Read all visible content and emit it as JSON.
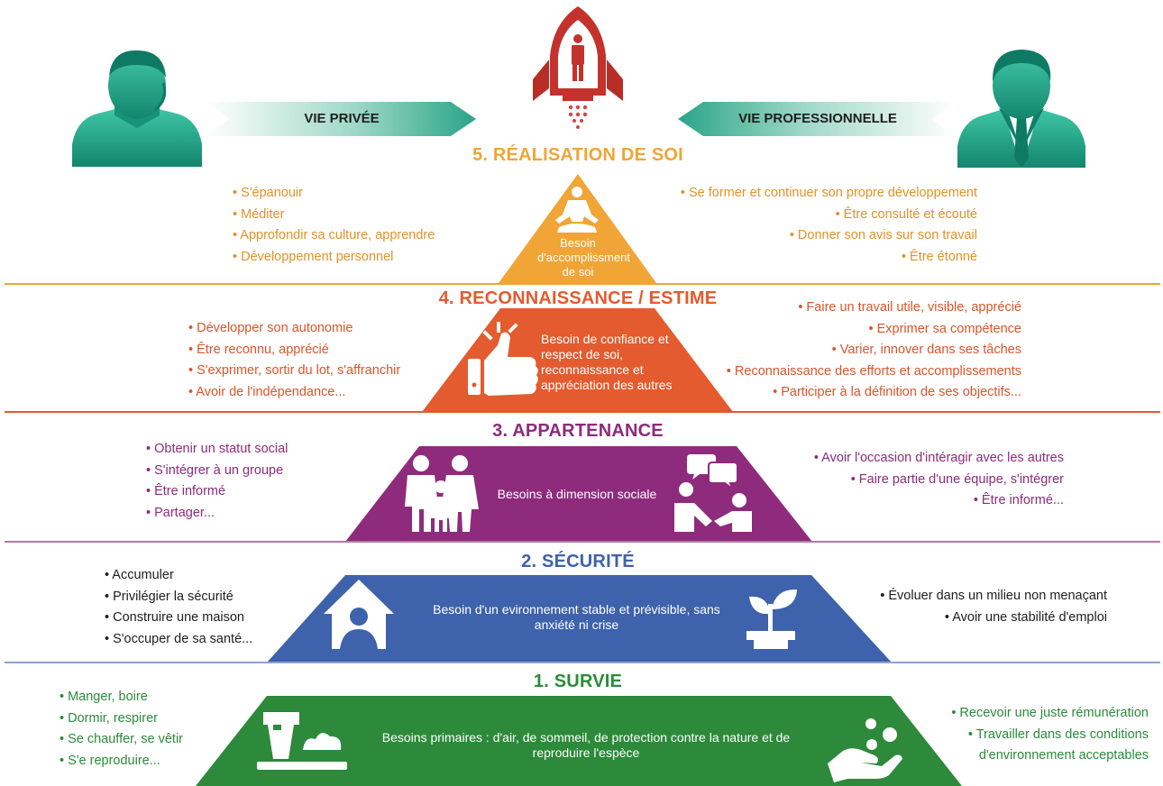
{
  "colors": {
    "level5": "#f0a536",
    "level4": "#e35b2e",
    "level3": "#8e2b7d",
    "level2": "#3e62ab",
    "level1": "#2c8a3a",
    "teal": "#1ba98b",
    "rocket": "#c3322c"
  },
  "header": {
    "left_arrow": "VIE PRIVÉE",
    "right_arrow": "VIE PROFESSIONNELLE"
  },
  "levels": [
    {
      "title": "5. RÉALISATION DE SOI",
      "band_text": "Besoin d'accomplissment de soi",
      "icon": "meditation-icon",
      "left": [
        "• S'épanouir",
        "• Méditer",
        "• Approfondir sa culture, apprendre",
        "• Développement personnel"
      ],
      "right": [
        "• Se former et continuer son propre développement",
        "• Être consulté et écouté",
        "• Donner son avis sur son travail",
        "• Être étonné"
      ]
    },
    {
      "title": "4. RECONNAISSANCE / ESTIME",
      "band_text": "Besoin de confiance et respect de soi, reconnaissance et appréciation des autres",
      "icon": "thumbs-up-icon",
      "left": [
        "• Développer son autonomie",
        "• Être reconnu, apprécié",
        "• S'exprimer, sortir du lot, s'affranchir",
        "• Avoir de l'indépendance..."
      ],
      "right": [
        "• Faire un travail utile, visible, apprécié",
        "• Exprimer sa compétence",
        "• Varier, innover dans ses tâches",
        "• Reconnaissance des efforts et accomplissements",
        "• Participer à la définition de ses objectifs..."
      ]
    },
    {
      "title": "3. APPARTENANCE",
      "band_text": "Besoins à dimension sociale",
      "icon": "family-icon",
      "icon2": "handshake-chat-icon",
      "left": [
        "• Obtenir un statut social",
        "• S'intégrer à un groupe",
        "• Être informé",
        "• Partager..."
      ],
      "right": [
        "• Avoir l'occasion d'intéragir avec les autres",
        "• Faire partie d'une équipe, s'intégrer",
        "• Être informé..."
      ]
    },
    {
      "title": "2. SÉCURITÉ",
      "band_text": "Besoin d'un evironnement stable et prévisible, sans anxiété ni crise",
      "icon": "house-person-icon",
      "icon2": "sprout-icon",
      "left": [
        "• Accumuler",
        "• Privilégier la sécurité",
        "• Construire une maison",
        "• S'occuper de sa santé..."
      ],
      "right": [
        "• Évoluer dans un milieu non menaçant",
        "• Avoir une stabilité d'emploi"
      ]
    },
    {
      "title": "1. SURVIE",
      "band_text": "Besoins primaires : d'air, de sommeil, de protection contre la nature et de reproduire l'espèce",
      "icon": "food-tray-icon",
      "icon2": "hand-water-icon",
      "left": [
        "• Manger, boire",
        "• Dormir, respirer",
        "• Se chauffer, se vêtir",
        "• S'e reproduire..."
      ],
      "right": [
        "• Recevoir une juste rémunération",
        "• Travailler dans des conditions",
        "d'environnement acceptables"
      ]
    }
  ]
}
